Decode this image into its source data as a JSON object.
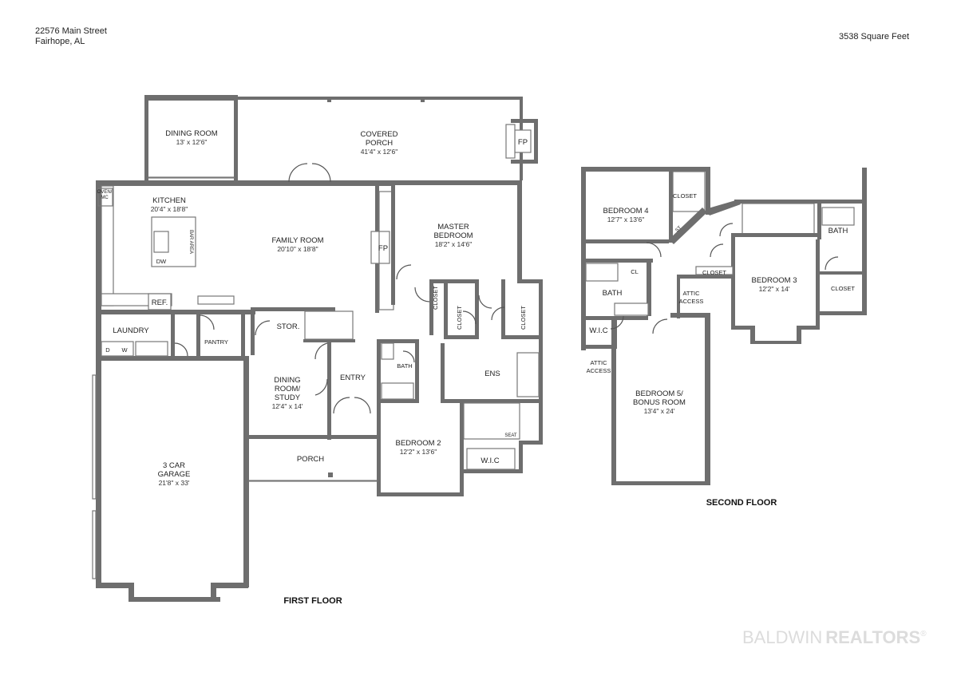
{
  "header": {
    "address_line1": "22576 Main Street",
    "address_line2": "Fairhope, AL",
    "square_feet": "3538 Square Feet"
  },
  "first_floor": {
    "title": "FIRST FLOOR",
    "dining_room": {
      "name": "DINING ROOM",
      "dims": "13' x 12'6\""
    },
    "covered_porch": {
      "name1": "COVERED",
      "name2": "PORCH",
      "dims": "41'4\" x 12'6\""
    },
    "kitchen": {
      "name": "KITCHEN",
      "dims": "20'4\" x 18'8\""
    },
    "family_room": {
      "name": "FAMILY ROOM",
      "dims": "20'10\" x 18'8\""
    },
    "master_bedroom": {
      "name1": "MASTER",
      "name2": "BEDROOM",
      "dims": "18'2\" x 14'6\""
    },
    "laundry": {
      "name": "LAUNDRY"
    },
    "pantry": {
      "name": "PANTRY"
    },
    "storage": {
      "name": "STOR."
    },
    "dining_study": {
      "name1": "DINING",
      "name2": "ROOM/",
      "name3": "STUDY",
      "dims": "12'4\" x 14'"
    },
    "entry": {
      "name": "ENTRY"
    },
    "bath": {
      "name": "BATH"
    },
    "ensuite": {
      "name": "ENS"
    },
    "bedroom2": {
      "name": "BEDROOM 2",
      "dims": "12'2\" x 13'6\""
    },
    "porch": {
      "name": "PORCH"
    },
    "garage": {
      "name1": "3 CAR",
      "name2": "GARAGE",
      "dims": "21'8\" x 33'"
    },
    "wic": {
      "name": "W.I.C"
    },
    "closet": "CLOSET",
    "fp": "FP",
    "ref": "REF.",
    "washer": "W",
    "dryer": "D",
    "dishwasher": "DW",
    "bar_area": "BAR AREA",
    "oven_label1": "OVEN/",
    "oven_label2": "MC",
    "seat": "SEAT"
  },
  "second_floor": {
    "title": "SECOND FLOOR",
    "bedroom4": {
      "name": "BEDROOM 4",
      "dims": "12'7\" x 13'6\""
    },
    "closet": "CLOSET",
    "st": "ST",
    "cl": "CL",
    "bath_left": {
      "name": "BATH"
    },
    "bath_right": {
      "name": "BATH"
    },
    "attic1": {
      "name1": "ATTIC",
      "name2": "ACCESS"
    },
    "attic2": {
      "name1": "ATTIC",
      "name2": "ACCESS"
    },
    "wic": {
      "name": "W.I.C"
    },
    "bedroom3": {
      "name": "BEDROOM 3",
      "dims": "12'2\" x 14'"
    },
    "bedroom5": {
      "name1": "BEDROOM 5/",
      "name2": "BONUS ROOM",
      "dims": "13'4\" x 24'"
    }
  },
  "watermark": {
    "part1": "BALDWIN",
    "part2": "REALTORS",
    "mark": "®"
  }
}
